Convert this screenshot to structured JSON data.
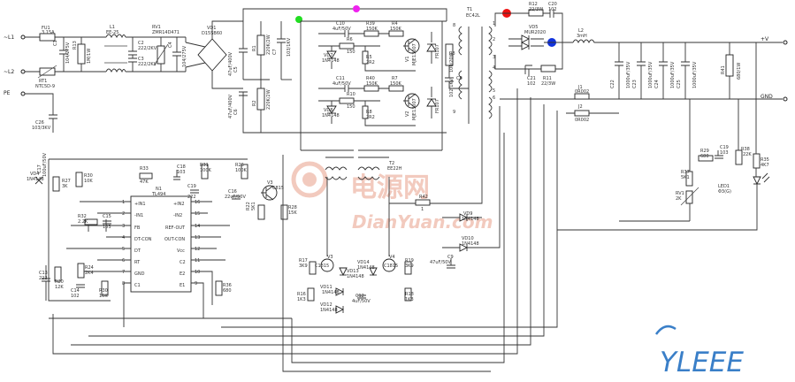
{
  "inputs": {
    "ac1": "~L1",
    "ac2": "~L2",
    "pe": "PE"
  },
  "outputs": {
    "pos": "+V",
    "gnd": "GND"
  },
  "components": {
    "fu1": "FU1",
    "fu1_v": "3.15A",
    "c1": "C1",
    "c1_v": "104/275V",
    "r13": "R13",
    "r13_v": "1M/1W",
    "l1": "L1",
    "l1_v": "EE-25",
    "c2": "C2",
    "c2_v": "222/2KV",
    "c3": "C3",
    "c3_v": "222/2KV",
    "rv1": "RV1",
    "rv1_v": "ZMR14D471",
    "c4": "C4",
    "c4_v": "104/275V",
    "vd1": "VD1",
    "vd1_v": "D15SB60",
    "rt1": "RT1",
    "rt1_v": "NTC5D-9",
    "c26": "C26",
    "c26_v": "103/3KV",
    "c5": "C5",
    "c5_v": "47uF/400V",
    "c6": "C6",
    "c6_v": "47uF/400V",
    "r1": "R1",
    "r1_v": "220K/2W",
    "r2": "R2",
    "r2_v": "220K/2W",
    "c7": "C7",
    "c7_v": "103/1KV",
    "c10": "C10",
    "c10_v": "4uF/50V",
    "c11": "C11",
    "c11_v": "4uF/50V",
    "r39": "R39",
    "r39_v": "150K",
    "r4": "R4",
    "r4_v": "150K",
    "r6": "R6",
    "r6_v": "150",
    "r5": "R5",
    "r5_v": "2R2",
    "r40": "R40",
    "r40_v": "150K",
    "r7": "R7",
    "r7_v": "150K",
    "r10": "R10",
    "r10_v": "150",
    "r8": "R8",
    "r8_v": "2R2",
    "vd7": "VD7",
    "vd7_v": "1N4148",
    "vd8": "VD8",
    "vd8_v": "1N4148",
    "v1": "V1",
    "v1_v": "MJE13007",
    "v2": "V2",
    "v2_v": "MJE13007",
    "fr1": "FR107",
    "fr2": "FR107",
    "r3": "R3",
    "r3_v": "100/20W",
    "c8": "C8",
    "c8_v": "102/1KV",
    "t1": "T1",
    "t1_v": "EC42L",
    "t2": "T2",
    "t2_v": "EE22H",
    "r12": "R12",
    "r12_v": "22/3W",
    "c20": "C20",
    "c20_v": "102",
    "r11": "R11",
    "r11_v": "22/3W",
    "c21": "C21",
    "c21_v": "102",
    "vd5": "VD5",
    "vd5_v": "MUR2020",
    "l2": "L2",
    "l2_v": "3mH",
    "j1": "J1",
    "j1_v": "0R002",
    "j2": "J2",
    "j2_v": "0R002",
    "c22": "C22",
    "c22_v": "1000uF/35V",
    "c23": "C23",
    "c23_v": "1000uF/35V",
    "c24": "C24",
    "c24_v": "1000uF/35V",
    "c25": "C25",
    "c25_v": "1000uF/35V",
    "r41": "R41",
    "r41_v": "680/1W",
    "n1": "N1",
    "n1_v": "TL494",
    "c17": "C17",
    "c17_v": "100uF/50V",
    "vd4": "VD4",
    "vd4_v": "1N4148",
    "r27": "R27",
    "r27_v": "3K",
    "r30": "R30",
    "r30_v": "10K",
    "c18": "C18",
    "c18_v": "103",
    "c19": "C19",
    "c19_v": "222",
    "r31": "R31",
    "r31_v": "100K",
    "r26": "R26",
    "r26_v": "100K",
    "c16": "C16",
    "c16_v": "22uF/50V",
    "v3": "V3",
    "v3_v": "C815",
    "r22": "R22",
    "r22_v": "5K1",
    "r28": "R28",
    "r28_v": "15K",
    "r33": "R33",
    "r33_v": "47K",
    "c15": "C15",
    "c15_v": "103",
    "c13": "C13",
    "c13_v": "222",
    "r20": "R20",
    "r20_v": "12K",
    "r24": "R24",
    "r24_v": "2K4",
    "c14": "C14",
    "c14_v": "102",
    "r32": "R32",
    "r32_v": "2.2K",
    "r36": "R36",
    "r36_v": "680",
    "r42": "R42",
    "r42_v": "1",
    "vd9": "VD9",
    "vd9_v": "1N4148",
    "vd10": "VD10",
    "vd10_v": "1N4148",
    "c9": "C9",
    "c9_v": "47uF/50V",
    "r17": "R17",
    "r17_v": "3K9",
    "v3b": "V3",
    "v3b_v": "C1815",
    "vd13": "VD13",
    "vd13_v": "1N4148",
    "vd14": "VD14",
    "vd14_v": "1N4148",
    "v4": "V4",
    "v4_v": "C1815",
    "r19": "R19",
    "r19_v": "3K9",
    "r16": "R16",
    "r16_v": "1K3",
    "r18": "R18",
    "r18_v": "1K3",
    "vd11": "VD11",
    "vd11_v": "1N4148",
    "vd12": "VD12",
    "vd12_v": "1N4148",
    "c12": "C12",
    "c12_v": "4uF/50V",
    "r29": "R29",
    "r29_v": "680",
    "c19b": "C19",
    "c19b_v": "103",
    "r38": "R38",
    "r38_v": "22K",
    "r37": "R37",
    "r37_v": "5K1",
    "r35": "R35",
    "r35_v": "4K7",
    "rv1b": "RV1",
    "rv1b_v": "2K",
    "led": "LED1",
    "led_v": "Φ3(G)"
  },
  "ic_pins": {
    "left": [
      "+IN1",
      "-IN1",
      "FB",
      "DT-CON",
      "DT",
      "RT",
      "GND",
      "C1"
    ],
    "left_nums": [
      "1",
      "2",
      "3",
      "4",
      "5",
      "6",
      "7",
      "8"
    ],
    "right": [
      "+IN2",
      "-IN2",
      "REF-OUT",
      "OUT-CON",
      "Vcc",
      "C2",
      "E2",
      "E1"
    ],
    "right_nums": [
      "16",
      "15",
      "14",
      "13",
      "12",
      "11",
      "10",
      "9"
    ]
  },
  "transformer_pins": [
    "1",
    "2",
    "3",
    "4",
    "5",
    "6",
    "7",
    "8",
    "9"
  ],
  "watermark": {
    "cn": "电源网",
    "en": "DianYuan.com"
  },
  "logo": {
    "text": "YLEEE"
  },
  "marker_colors": {
    "green": "#22dd22",
    "magenta": "#ee22ee",
    "red": "#ee1111",
    "blue": "#1133dd"
  },
  "watermark_color": "#e8a08a",
  "logo_color": "#3a7fc8"
}
